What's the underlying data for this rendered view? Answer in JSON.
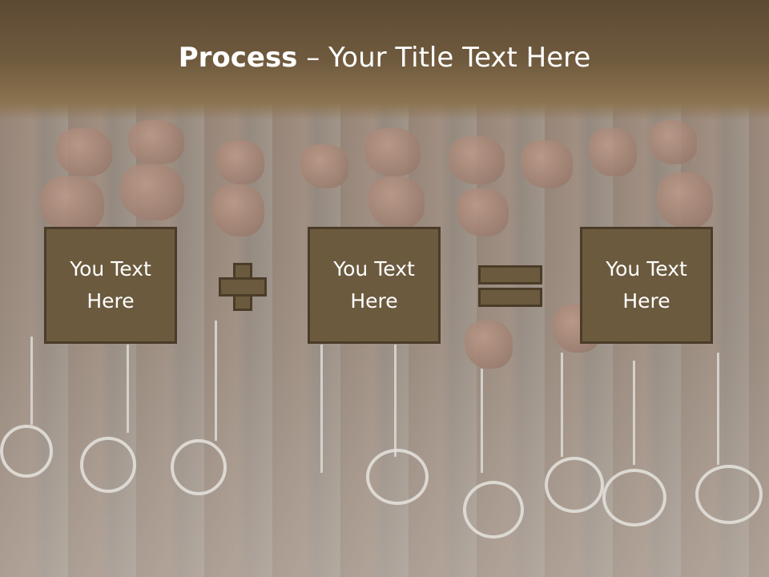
{
  "slide": {
    "title_bold": "Process",
    "title_rest": " – Your Title Text Here",
    "boxes": [
      {
        "text": "You Text\nHere"
      },
      {
        "text": "You Text\nHere"
      },
      {
        "text": "You Text\nHere"
      }
    ],
    "operators": [
      "plus-icon",
      "equals-icon"
    ],
    "colors": {
      "box_fill": "#6b5a3e",
      "box_border": "#4a3c28",
      "title_band": "#6f5a3e",
      "text": "#ffffff"
    }
  }
}
